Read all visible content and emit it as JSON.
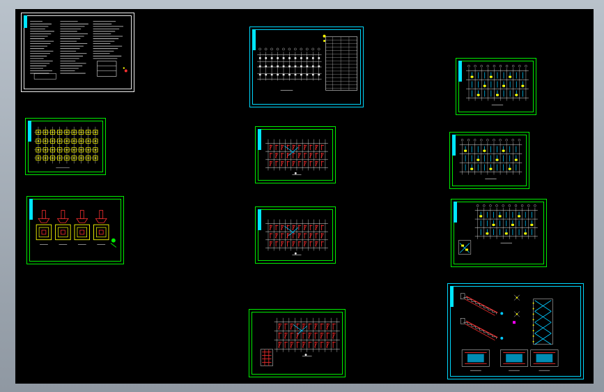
{
  "window": {
    "background_colors": [
      "#b9c2cb",
      "#8f98a2"
    ],
    "canvas_color": "#000000"
  },
  "icons": {
    "title_strip": "cyan-title-strip-icon"
  },
  "sheets": [
    {
      "id": "general-notes",
      "kind": "notes-text"
    },
    {
      "id": "foundation-plan",
      "kind": "foundation-plan"
    },
    {
      "id": "footing-details",
      "kind": "footing-details"
    },
    {
      "id": "column-layout-table",
      "kind": "plan-with-table"
    },
    {
      "id": "floor-beam-plan-1",
      "kind": "red-rebar-plan"
    },
    {
      "id": "floor-beam-plan-2",
      "kind": "red-rebar-plan"
    },
    {
      "id": "roof-beam-plan",
      "kind": "red-rebar-plan-with-detail"
    },
    {
      "id": "slab-plan-1",
      "kind": "cyan-slab-plan"
    },
    {
      "id": "slab-plan-2",
      "kind": "cyan-slab-plan"
    },
    {
      "id": "slab-plan-3",
      "kind": "cyan-slab-plan-with-detail"
    },
    {
      "id": "stair-details",
      "kind": "stair-details"
    }
  ],
  "colors": {
    "frame_green": "#00ee00",
    "frame_cyan": "#00d8ff",
    "rebar_red": "#ff3030",
    "slab_cyan": "#00c8ff",
    "label_yellow": "#ffff00",
    "line_white": "#e8e8e8"
  }
}
